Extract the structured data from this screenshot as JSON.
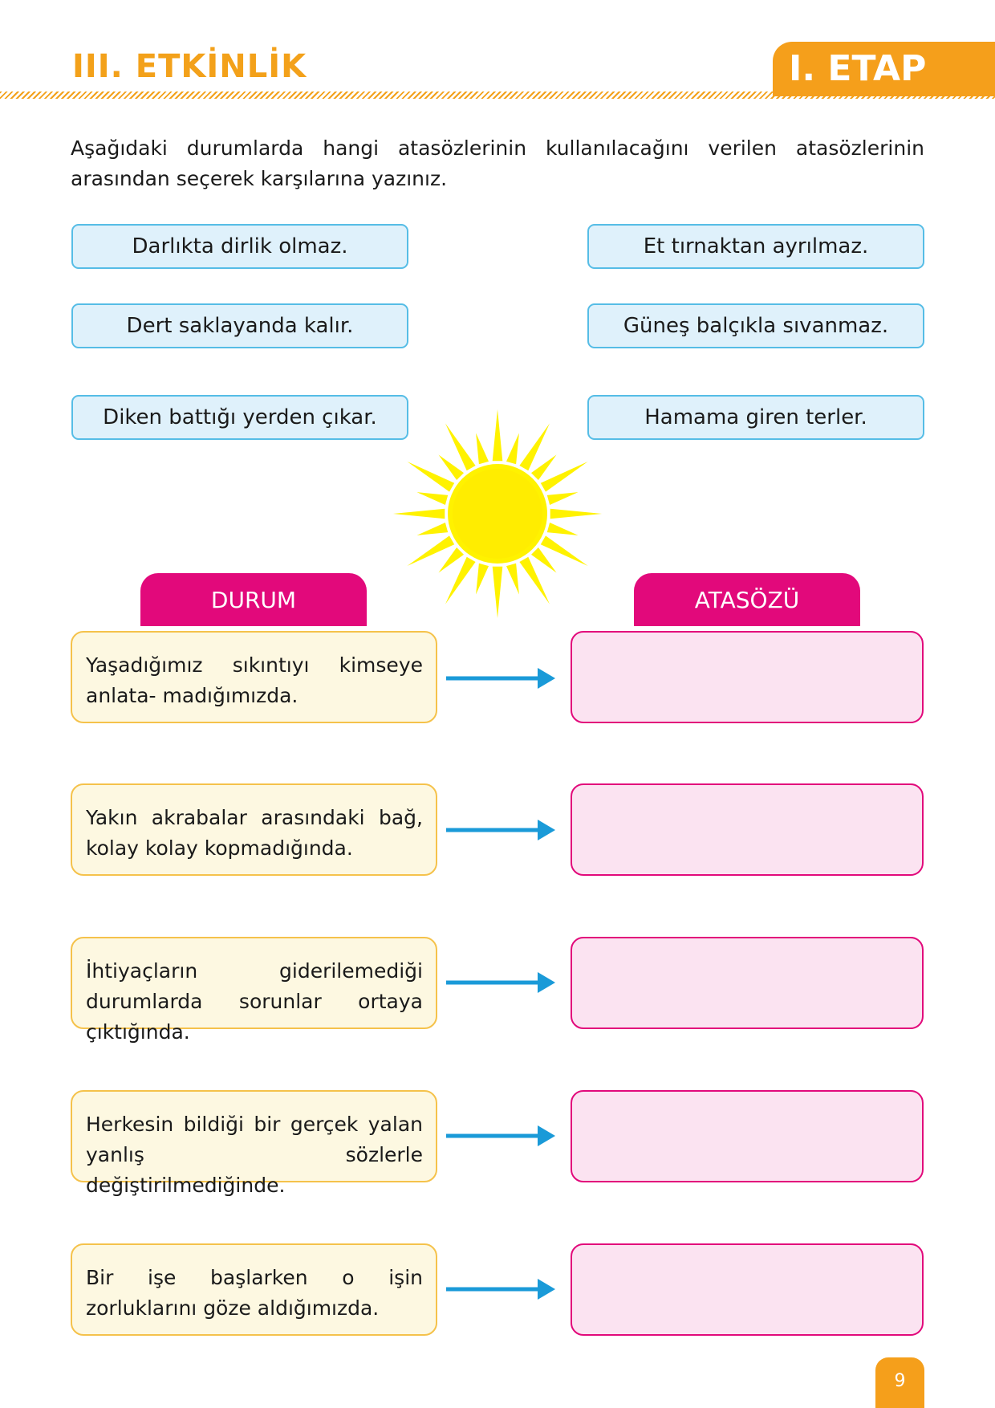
{
  "header": {
    "activity_title": "III. ETKİNLİK",
    "stage_tab": "I. ETAP",
    "accent_color": "#f59f1b"
  },
  "instruction": "Aşağıdaki durumlarda hangi atasözlerinin kullanılacağını verilen atasözlerinin arasından seçerek karşılarına yazınız.",
  "proverbs": [
    "Darlıkta dirlik olmaz.",
    "Et tırnaktan ayrılmaz.",
    "Dert saklayanda kalır.",
    "Güneş balçıkla sıvanmaz.",
    "Diken battığı yerden çıkar.",
    "Hamama giren terler."
  ],
  "columns": {
    "situation_header": "DURUM",
    "proverb_header": "ATASÖZÜ",
    "header_color": "#e2097b"
  },
  "situations": [
    "Yaşadığımız sıkıntıyı kimseye anlata- madığımızda.",
    "Yakın akrabalar arasındaki bağ, kolay kolay kopmadığında.",
    "İhtiyaçların giderilemediği durumlarda sorunlar ortaya çıktığında.",
    "Herkesin bildiği bir gerçek yalan yanlış sözlerle değiştirilmediğinde.",
    "Bir işe başlarken o işin zorluklarını göze aldığımızda."
  ],
  "decorations": {
    "sun_icon": "sun-icon",
    "arrow_icon": "arrow-right-icon",
    "arrow_color": "#1a9ad8"
  },
  "page_number": "9"
}
